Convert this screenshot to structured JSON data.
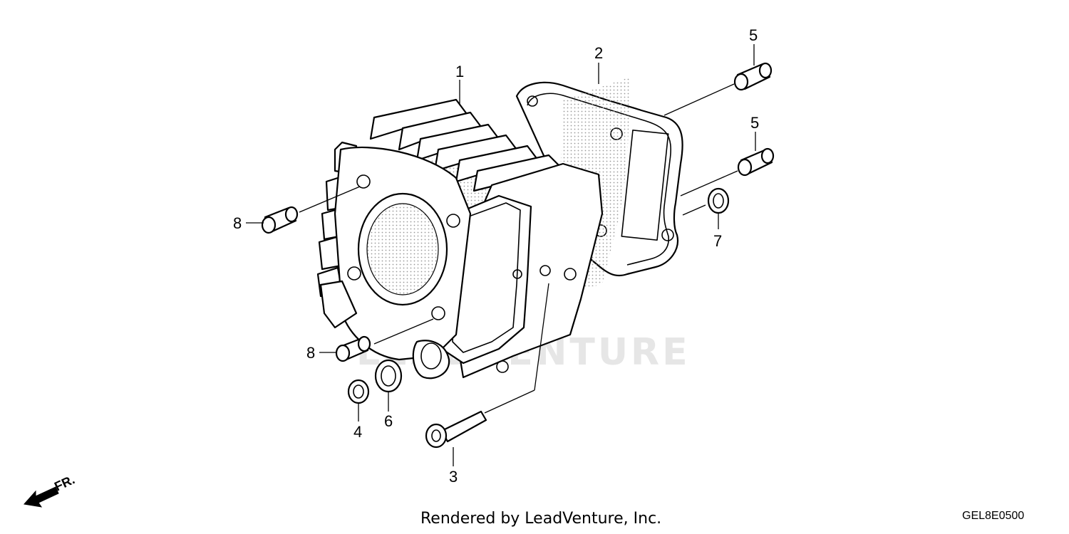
{
  "diagram_code": "GEL8E0500",
  "footer": "Rendered by LeadVenture, Inc.",
  "watermark": "LEADVENTURE",
  "front_label": "FR.",
  "callouts": {
    "p1": "1",
    "p2": "2",
    "p3": "3",
    "p4": "4",
    "p5a": "5",
    "p5b": "5",
    "p6": "6",
    "p7": "7",
    "p8a": "8",
    "p8b": "8"
  }
}
